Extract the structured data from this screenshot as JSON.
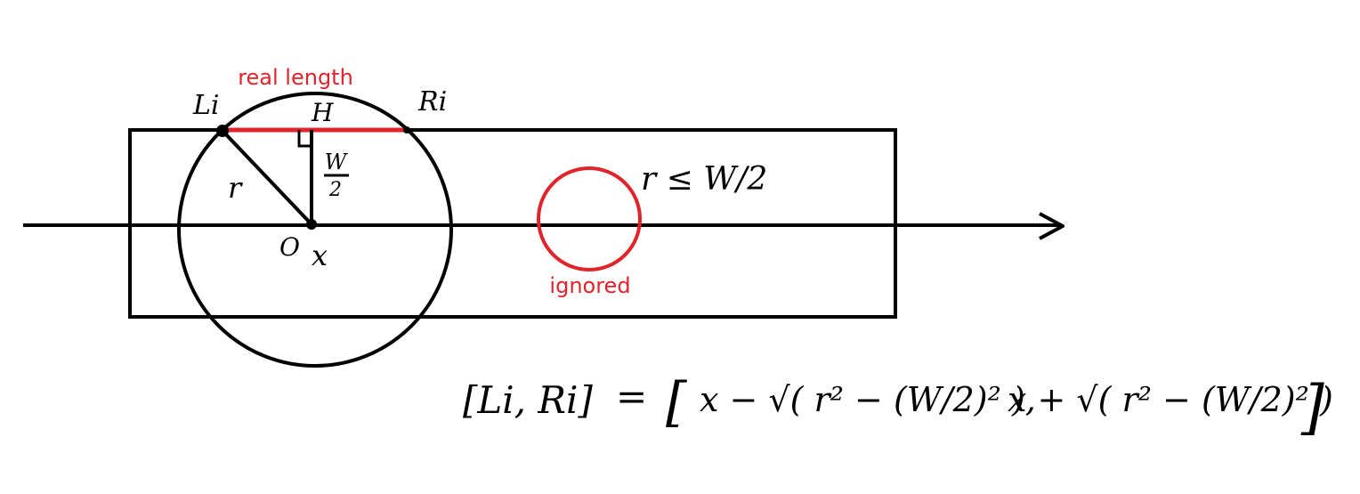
{
  "colors": {
    "ink": "#000000",
    "accent": "#e0242b",
    "background": "#ffffff"
  },
  "labels": {
    "real_length": "real length",
    "ignored": "ignored",
    "left_point": "Li",
    "right_point": "Ri",
    "foot_point": "H",
    "radius": "r",
    "center": "O",
    "center_position": "x",
    "half_width_numerator": "W",
    "half_width_denominator": "2",
    "radius_condition": "r ≤ W/2"
  },
  "formula": {
    "lhs": "[Li, Ri]",
    "equals": "=",
    "rhs_open": "[",
    "term_left": "x − √( r² − (W/2)² ),",
    "term_right": "x + √( r² − (W/2)² )",
    "rhs_close": "]"
  }
}
